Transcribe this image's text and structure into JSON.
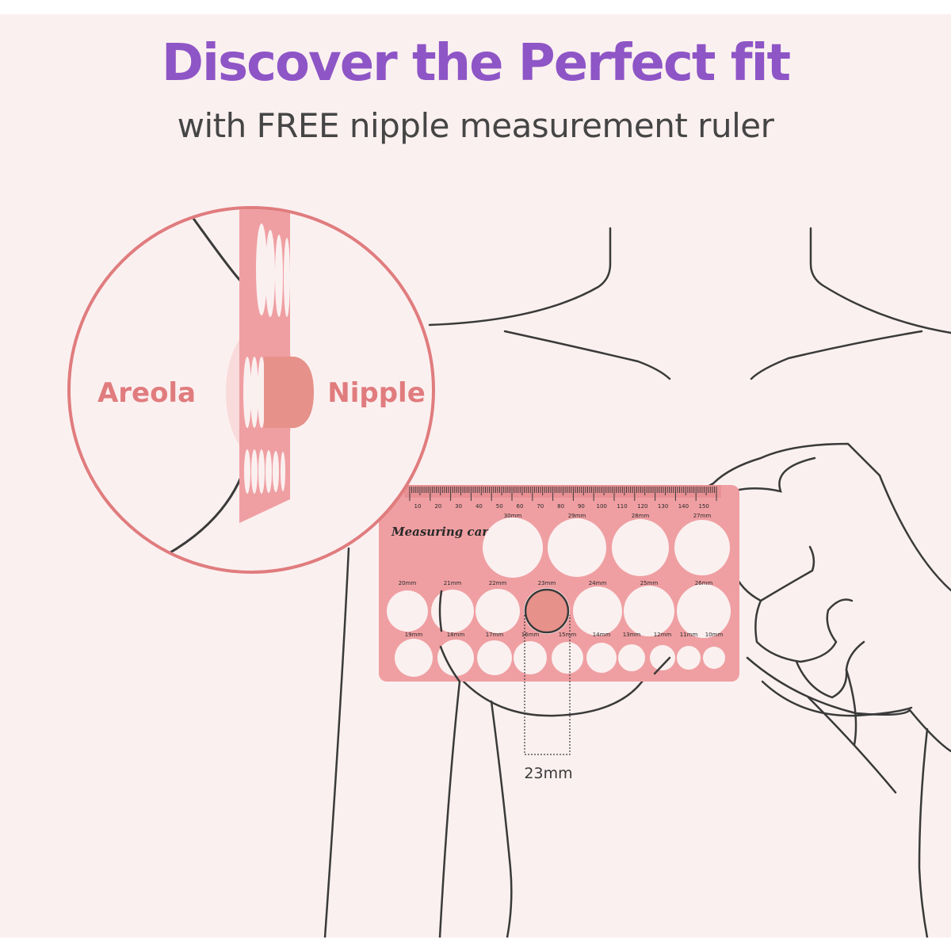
{
  "header": {
    "title": "Discover the Perfect fit",
    "subtitle": "with FREE nipple measurement ruler"
  },
  "zoom_callout": {
    "left_label": "Areola",
    "right_label": "Nipple"
  },
  "measuring_card": {
    "title": "Measuring card",
    "ruler_ticks": [
      "10",
      "20",
      "30",
      "40",
      "50",
      "60",
      "70",
      "80",
      "90",
      "100",
      "110",
      "120",
      "130",
      "140",
      "150"
    ],
    "row_top": [
      "30mm",
      "29mm",
      "28mm",
      "27mm"
    ],
    "row_middle": [
      "20mm",
      "21mm",
      "22mm",
      "23mm",
      "24mm",
      "25mm",
      "26mm"
    ],
    "row_bottom": [
      "19mm",
      "18mm",
      "17mm",
      "16mm",
      "15mm",
      "14mm",
      "13mm",
      "12mm",
      "11mm",
      "10mm"
    ],
    "selected_size": "23mm"
  },
  "measurement_result": "23mm",
  "colors": {
    "background": "#fbf0f0",
    "title": "#8e55c6",
    "subtitle": "#454545",
    "accent_pink": "#e07c7e",
    "card_pink": "#ef9fa2",
    "nipple": "#e6918a",
    "outline": "#3a3a3a"
  }
}
